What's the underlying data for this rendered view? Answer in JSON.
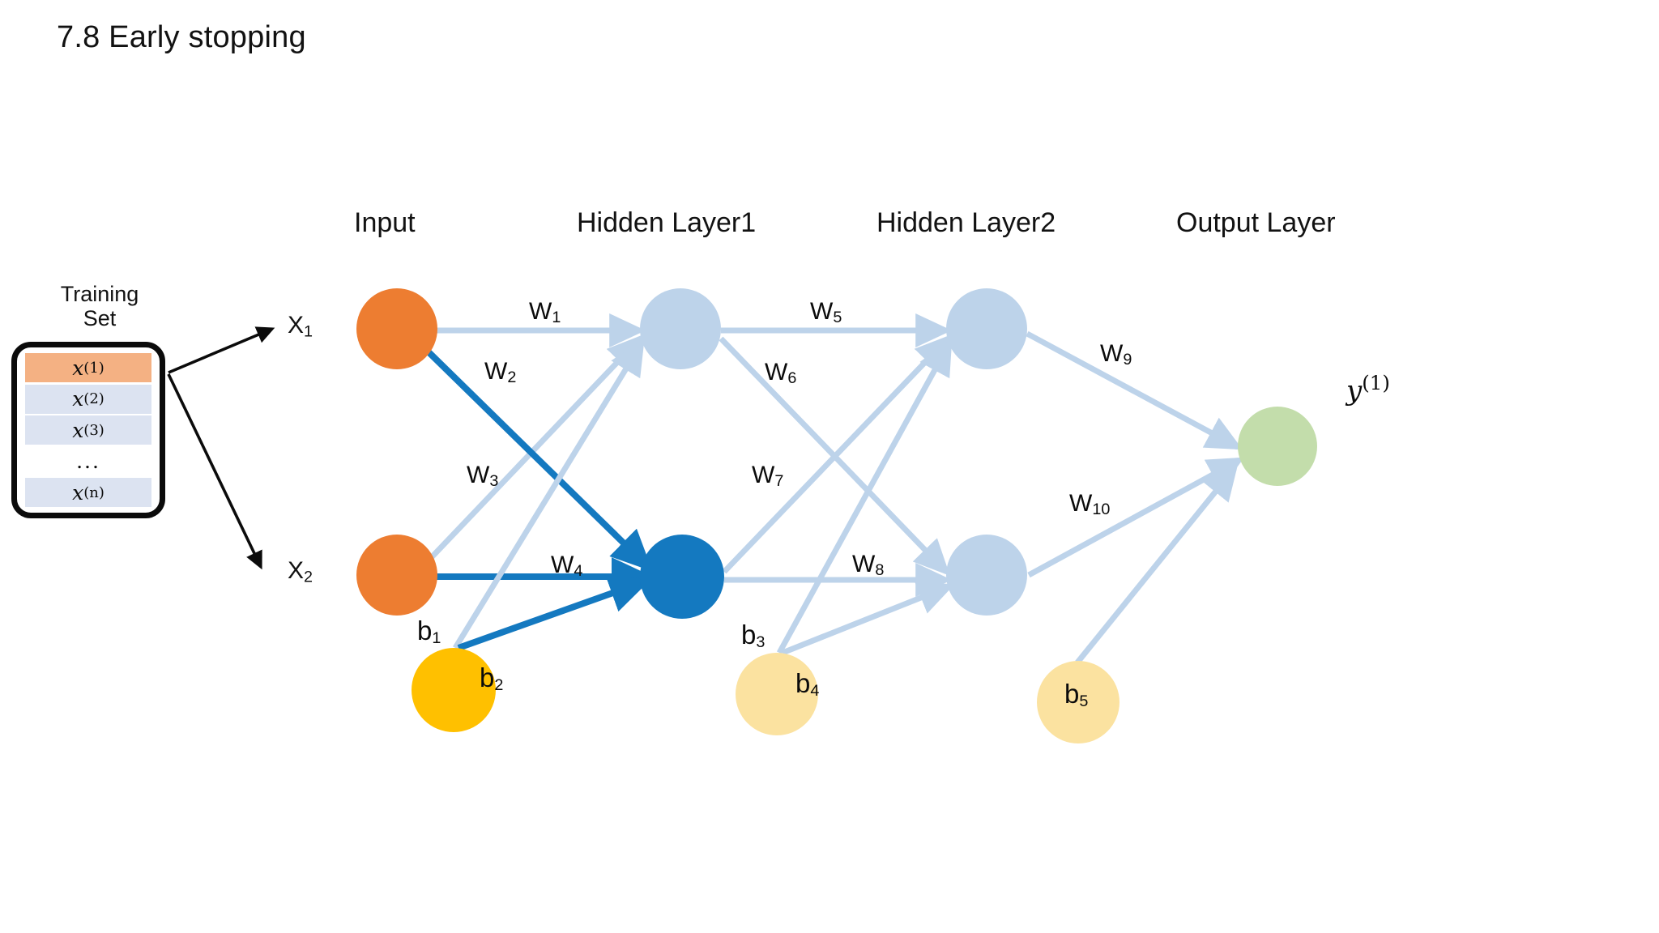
{
  "slide": {
    "title": "7.8 Early stopping",
    "background": "#ffffff"
  },
  "training_set": {
    "caption_line1": "Training",
    "caption_line2": "Set",
    "rows": [
      {
        "base": "x",
        "sup": "(1)",
        "highlighted": true,
        "fill": "#f4b183"
      },
      {
        "base": "x",
        "sup": "(2)",
        "highlighted": false,
        "fill": "#dce3f1"
      },
      {
        "base": "x",
        "sup": "(3)",
        "highlighted": false,
        "fill": "#dce3f1"
      },
      {
        "base": "...",
        "sup": "",
        "highlighted": false,
        "fill": "transparent"
      },
      {
        "base": "x",
        "sup": "(n)",
        "highlighted": false,
        "fill": "#dce3f1"
      }
    ]
  },
  "layers": {
    "input": "Input",
    "hidden1": "Hidden Layer1",
    "hidden2": "Hidden Layer2",
    "output": "Output Layer"
  },
  "inputs": [
    {
      "base": "X",
      "sub": "1"
    },
    {
      "base": "X",
      "sub": "2"
    }
  ],
  "output_node": {
    "base": "y",
    "sup": "(1)"
  },
  "biases": [
    {
      "base": "b",
      "sub": "1"
    },
    {
      "base": "b",
      "sub": "2"
    },
    {
      "base": "b",
      "sub": "3"
    },
    {
      "base": "b",
      "sub": "4"
    },
    {
      "base": "b",
      "sub": "5"
    }
  ],
  "weights": [
    {
      "base": "W",
      "sub": "1"
    },
    {
      "base": "W",
      "sub": "2"
    },
    {
      "base": "W",
      "sub": "3"
    },
    {
      "base": "W",
      "sub": "4"
    },
    {
      "base": "W",
      "sub": "5"
    },
    {
      "base": "W",
      "sub": "6"
    },
    {
      "base": "W",
      "sub": "7"
    },
    {
      "base": "W",
      "sub": "8"
    },
    {
      "base": "W",
      "sub": "9"
    },
    {
      "base": "W",
      "sub": "10"
    }
  ],
  "colors": {
    "input_node": "#ed7d31",
    "hidden_node": "#bdd3ea",
    "active_hidden_node": "#1479c0",
    "output_node": "#c3ddab",
    "bias_node_active": "#ffc000",
    "bias_node": "#fbe2a0",
    "edge": "#bdd3ea",
    "edge_active": "#1479c0",
    "row_highlight": "#f4b183",
    "row_normal": "#dce3f1",
    "text": "#121212"
  }
}
